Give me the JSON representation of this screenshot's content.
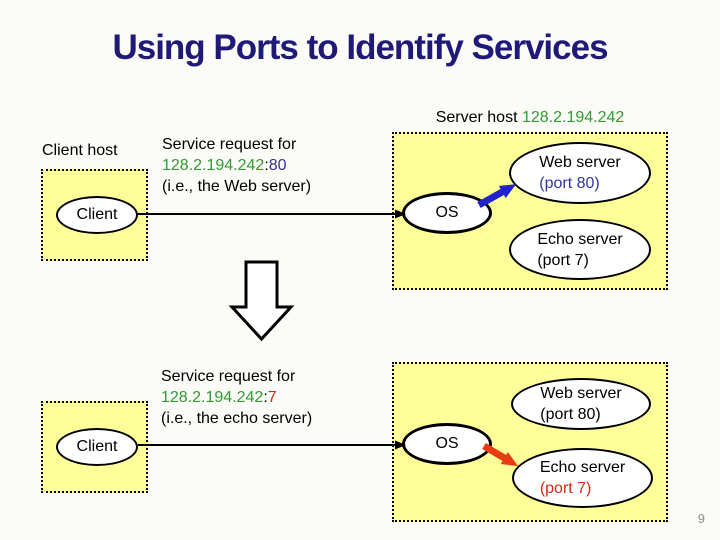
{
  "slide": {
    "title": "Using Ports to Identify Services",
    "page_number": "9"
  },
  "colors": {
    "title_navy": "#1f1a78",
    "ip_green": "#339933",
    "port_80_blue": "#333399",
    "port_7_red": "#d42a10",
    "arrow_blue": "#2222cc",
    "arrow_red": "#e63c14",
    "host_box_fill_yellow": "#ffff99"
  },
  "top": {
    "server_host_label": {
      "prefix": "Server host ",
      "ip": "128.2.194.242"
    },
    "client_host_label": "Client host",
    "client_label": "Client",
    "os_label": "OS",
    "request": {
      "line1": "Service request for",
      "ip": "128.2.194.242",
      "colon": ":",
      "port": "80",
      "line3": "(i.e., the Web server)"
    },
    "web_server": {
      "line1": "Web server",
      "line2": "(port 80)"
    },
    "echo_server": {
      "line1": "Echo server",
      "line2": "(port 7)"
    }
  },
  "bottom": {
    "client_label": "Client",
    "os_label": "OS",
    "request": {
      "line1": "Service request for",
      "ip": "128.2.194.242",
      "colon": ":",
      "port": "7",
      "line3": "(i.e., the echo server)"
    },
    "web_server": {
      "line1": "Web server",
      "line2": "(port 80)"
    },
    "echo_server": {
      "line1": "Echo server",
      "line2": "(port 7)"
    }
  }
}
